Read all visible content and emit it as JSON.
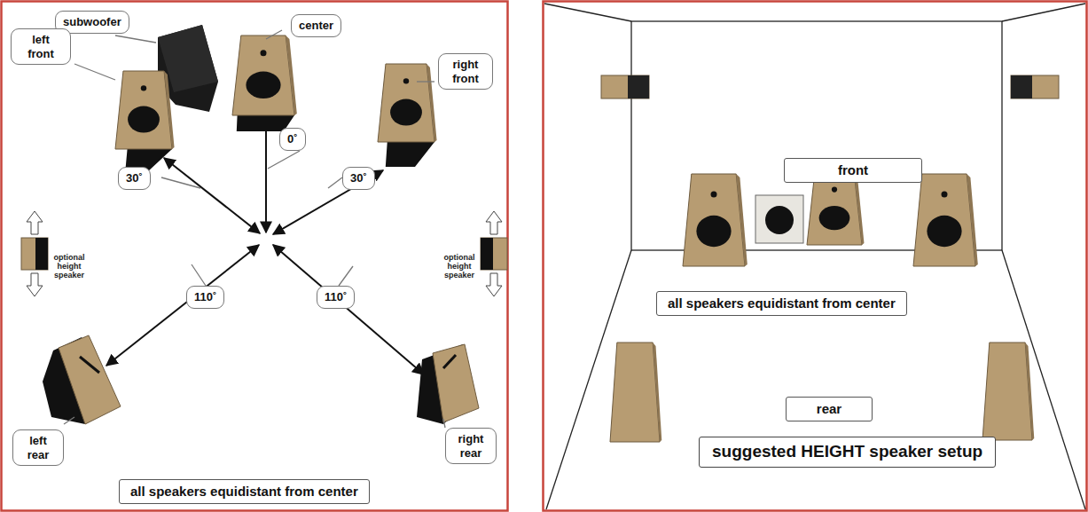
{
  "diagram": {
    "nodes": [
      {
        "text": [
          "subwoofer"
        ]
      },
      {
        "text": [
          "center"
        ]
      },
      {
        "text": [
          "left front"
        ]
      },
      {
        "text": [
          "right front"
        ]
      },
      {
        "text": [
          "0˚"
        ]
      },
      {
        "text": [
          "30˚"
        ]
      },
      {
        "text": [
          "30˚"
        ]
      },
      {
        "text": [
          "110˚"
        ]
      },
      {
        "text": [
          "110˚"
        ]
      },
      {
        "text": [
          "left rear"
        ]
      },
      {
        "text": [
          "right rear"
        ]
      },
      {
        "text": [
          "all speakers equidistant from center"
        ]
      },
      {
        "text": [
          "front"
        ]
      },
      {
        "text": [
          "all speakers equidistant from center"
        ]
      },
      {
        "text": [
          "rear"
        ]
      },
      {
        "text": [
          "suggested HEIGHT speaker setup"
        ]
      }
    ],
    "labels": [
      "optional height speaker",
      "optional height speaker"
    ]
  }
}
